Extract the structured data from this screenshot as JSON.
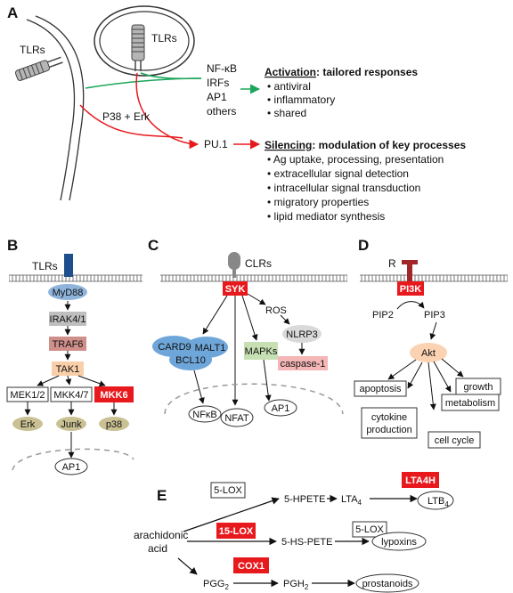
{
  "colors": {
    "red": "#e8191d",
    "green": "#1aa55a",
    "blue_receptor": "#1f4e8c",
    "myd88": "#8fb4dc",
    "irak_gray": "#bfbfbf",
    "traf6": "#cf8f8a",
    "tak1": "#f8cfa8",
    "mapk_green": "#c6e0b4",
    "nlrp3": "#d9d9d9",
    "caspase": "#f4b6b6",
    "olive": "#c9c193",
    "akt": "#fbd2b2",
    "card_blue": "#6fa6d9"
  },
  "panelA": {
    "label": "A",
    "tlr_left": "TLRs",
    "tlr_endo": "TLRs",
    "p38erk": "P38 + Erk",
    "tf1": "NF-κB",
    "tf2": "IRFs",
    "tf3": "AP1",
    "tf4": "others",
    "pu1": "PU.1",
    "activation_title": "Activation",
    "activation_rest": ": tailored responses",
    "activation_items": [
      "• antiviral",
      "• inflammatory",
      "• shared"
    ],
    "silencing_title": "Silencing",
    "silencing_rest": ": modulation of key processes",
    "silencing_items": [
      "• Ag uptake, processing, presentation",
      "• extracellular signal detection",
      "• intracellular signal transduction",
      "• migratory properties",
      "• lipid mediator synthesis"
    ]
  },
  "panelB": {
    "label": "B",
    "tlrs": "TLRs",
    "myd88": "MyD88",
    "irak": "IRAK4/1",
    "traf6": "TRAF6",
    "tak1": "TAK1",
    "mek": "MEK1/2",
    "mkk47": "MKK4/7",
    "mkk6": "MKK6",
    "erk": "Erk",
    "junk": "Junk",
    "p38": "p38",
    "ap1": "AP1"
  },
  "panelC": {
    "label": "C",
    "clrs": "CLRs",
    "syk": "SYK",
    "ros": "ROS",
    "card9": "CARD9",
    "malt1": "MALT1",
    "bcl10": "BCL10",
    "mapks": "MAPKs",
    "nlrp3": "NLRP3",
    "caspase": "caspase-1",
    "nfkb": "NFκB",
    "nfat": "NFAT",
    "ap1": "AP1"
  },
  "panelD": {
    "label": "D",
    "r": "R",
    "pi3k": "PI3K",
    "pip2": "PIP2",
    "pip3": "PIP3",
    "akt": "Akt",
    "apoptosis": "apoptosis",
    "cytokine1": "cytokine",
    "cytokine2": "production",
    "growth": "growth",
    "metabolism": "metabolism",
    "cellcycle": "cell cycle"
  },
  "panelE": {
    "label": "E",
    "lox5_top": "5-LOX",
    "hpete": "5-HPETE",
    "lta4": "LTA",
    "lta4_sub": "4",
    "lta4h": "LTA4H",
    "ltb4": "LTB",
    "ltb4_sub": "4",
    "arach1": "arachidonic",
    "arach2": "acid",
    "lox15": "15-LOX",
    "hspete": "5-HS-PETE",
    "lox5_mid": "5-LOX",
    "lypoxins": "lypoxins",
    "pgg": "PGG",
    "pgg_sub": "2",
    "cox1": "COX1",
    "pgh": "PGH",
    "pgh_sub": "2",
    "prostanoids": "prostanoids"
  }
}
